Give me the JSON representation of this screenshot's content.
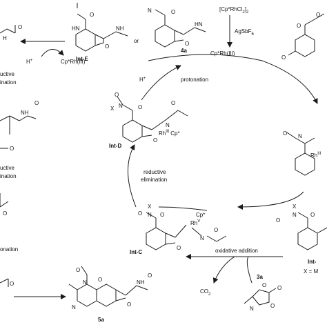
{
  "catalyst": {
    "precursor": "[Cp*RhCl",
    "precursor_sub": "2",
    "precursor_close": "]",
    "precursor_sub2": "2",
    "additive": "AgSbF",
    "additive_sub": "6",
    "active": "Cp*Rh(III)"
  },
  "intermediates": {
    "int_e": "Int-E",
    "p4a": "4a",
    "int_d": "Int-D",
    "int_c": "Int-C",
    "int_b": "Int-",
    "p5a": "5a",
    "r3a": "3a"
  },
  "steps": {
    "protonation": "protonation",
    "reductive_1": "reductive",
    "elimination_1": "elimination",
    "oxidative_addition": "oxidative addition",
    "co2": "CO",
    "co2_sub": "2",
    "hplus_top": "H",
    "hplus_left": "H",
    "cprh_left": "Cp*Rh(III)",
    "or_text": "or",
    "x_eq": "X = M"
  },
  "left_fragments": {
    "frag1": "uctive",
    "frag2": "ination",
    "frag3": "uctive",
    "frag4": "ination",
    "frag5": "onation"
  },
  "atoms": {
    "O": "O",
    "N": "N",
    "H": "H",
    "NH": "NH",
    "HN": "HN",
    "X": "X",
    "Rh": "Rh",
    "III": "III",
    "V": "V",
    "Cp": "Cp*"
  }
}
